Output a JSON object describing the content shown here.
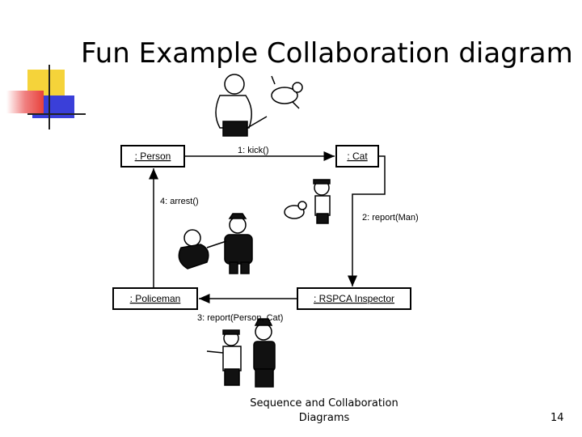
{
  "slide": {
    "title": "Fun Example Collaboration diagram",
    "footer_line1": "Sequence and Collaboration",
    "footer_line2": "Diagrams",
    "page_number": "14"
  },
  "diagram": {
    "objects": {
      "person": ": Person",
      "cat": ": Cat",
      "policeman": ": Policeman",
      "inspector": ": RSPCA Inspector"
    },
    "messages": {
      "kick": "1: kick()",
      "report_man": "2: report(Man)",
      "report_person_cat": "3: report(Person, Cat)",
      "arrest": "4: arrest()"
    }
  },
  "colors": {
    "deco_yellow": "#f5d33a",
    "deco_blue": "#3a3fd9",
    "deco_red": "#e8413b"
  }
}
